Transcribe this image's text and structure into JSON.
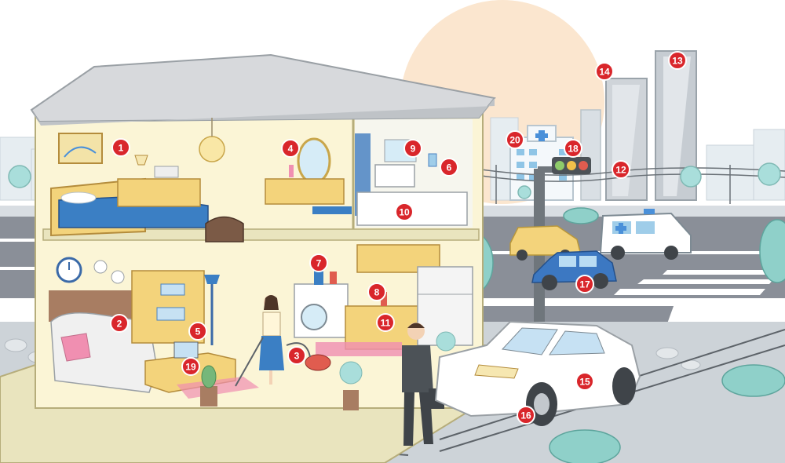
{
  "colors": {
    "sky": "#ffffff",
    "sun": "#fbe6cf",
    "road": "#8a8f98",
    "house_wall": "#fbf5d6",
    "roof": "#d7d9dc",
    "marker": "#d9262b",
    "tree": "#a9dedb"
  },
  "markers": [
    {
      "num": "1",
      "label": "bedroom-wall-picture"
    },
    {
      "num": "2",
      "label": "living-room-sofa"
    },
    {
      "num": "3",
      "label": "vacuum-cleaner"
    },
    {
      "num": "4",
      "label": "dresser-with-mirror"
    },
    {
      "num": "5",
      "label": "storage-shelf-boxes"
    },
    {
      "num": "6",
      "label": "bathroom-soap-bottles"
    },
    {
      "num": "7",
      "label": "laundry-detergent"
    },
    {
      "num": "8",
      "label": "kitchen-bottles"
    },
    {
      "num": "9",
      "label": "bathroom-mirror-sink"
    },
    {
      "num": "10",
      "label": "bathtub"
    },
    {
      "num": "11",
      "label": "kitchen-cabinet"
    },
    {
      "num": "12",
      "label": "power-lines"
    },
    {
      "num": "13",
      "label": "glass-tower-building"
    },
    {
      "num": "14",
      "label": "office-building"
    },
    {
      "num": "15",
      "label": "white-car"
    },
    {
      "num": "16",
      "label": "car-tire"
    },
    {
      "num": "17",
      "label": "blue-car"
    },
    {
      "num": "18",
      "label": "traffic-light"
    },
    {
      "num": "19",
      "label": "laptop-on-table"
    },
    {
      "num": "20",
      "label": "hospital-building"
    }
  ]
}
